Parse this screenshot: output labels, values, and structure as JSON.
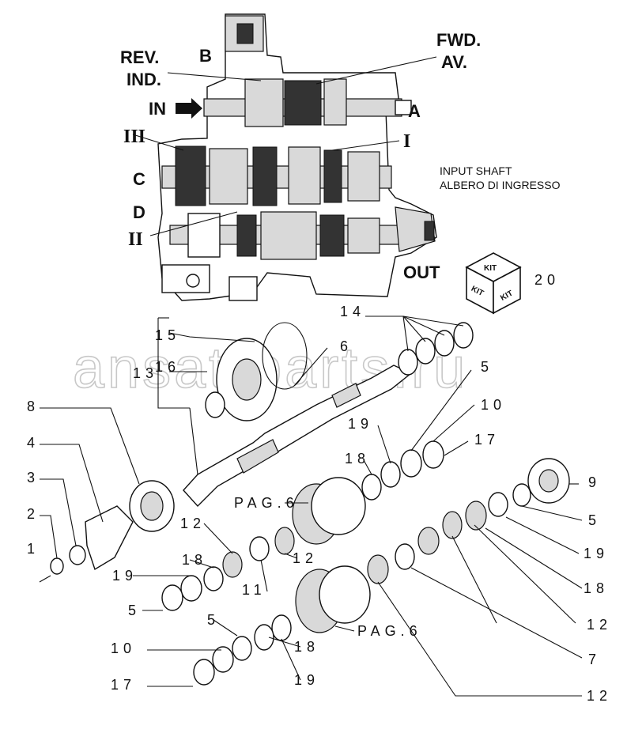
{
  "section_diagram": {
    "labels": {
      "rev_ind": [
        "REV.",
        "IND."
      ],
      "fwd_av": [
        "FWD.",
        "AV."
      ],
      "b": "B",
      "in": "IN",
      "a": "A",
      "iii": "III",
      "i": "I",
      "c": "C",
      "d": "D",
      "ii": "II",
      "out": "OUT"
    },
    "caption": [
      "INPUT SHAFT",
      "ALBERO DI INGRESSO"
    ]
  },
  "kit_badge": {
    "words": [
      "KIT",
      "KIT",
      "KIT"
    ],
    "number": "20"
  },
  "watermark": "ansat-parts.ru",
  "callouts": {
    "n15": "15",
    "n13": "13",
    "n16": "16",
    "n6": "6",
    "n14": "14",
    "n5_a": "5",
    "n10_a": "10",
    "n17_a": "17",
    "n19_a": "19",
    "n18_a": "18",
    "n8": "8",
    "n4": "4",
    "n3": "3",
    "n2": "2",
    "n1": "1",
    "pag_a": "PAG.6",
    "n9": "9",
    "n5_b": "5",
    "n19_b": "19",
    "n12_a": "12",
    "n18_b": "18",
    "n12_b": "12",
    "n11": "11",
    "n19_c": "19",
    "n5_c": "5",
    "n18_c": "18",
    "n12_c": "12",
    "n5_d": "5",
    "n10_b": "10",
    "n17_b": "17",
    "n18_d": "18",
    "n19_d": "19",
    "pag_b": "PAG.6",
    "n7": "7",
    "n12_d": "12"
  }
}
